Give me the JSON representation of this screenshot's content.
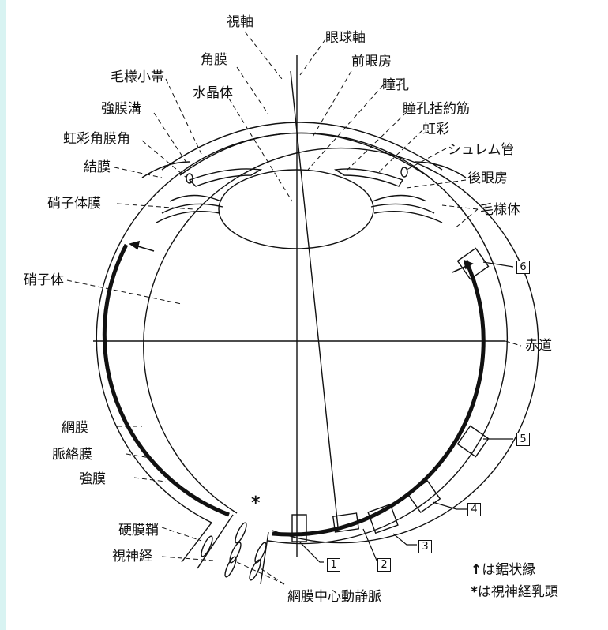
{
  "labels": {
    "visual_axis": "視軸",
    "eyeball_axis": "眼球軸",
    "cornea": "角膜",
    "anterior_chamber": "前眼房",
    "ciliary_zonule": "毛様小帯",
    "pupil": "瞳孔",
    "lens": "水晶体",
    "sphincter_pupillae": "瞳孔括約筋",
    "scleral_sulcus": "強膜溝",
    "iris": "虹彩",
    "iridocorneal_angle": "虹彩角膜角",
    "schlemm_canal": "シュレム管",
    "conjunctiva": "結膜",
    "posterior_chamber": "後眼房",
    "hyaloid_membrane": "硝子体膜",
    "ciliary_body": "毛様体",
    "vitreous_body": "硝子体",
    "equator": "赤道",
    "retina": "網膜",
    "choroid": "脈絡膜",
    "sclera": "強膜",
    "dural_sheath": "硬膜鞘",
    "optic_nerve": "視神経",
    "central_retinal_vessels": "網膜中心動静脈"
  },
  "boxes": [
    "1",
    "2",
    "3",
    "4",
    "5",
    "6"
  ],
  "asterisk": "*",
  "legend": {
    "arrow_symbol": "↑",
    "arrow_text": "は鋸状縁",
    "asterisk_symbol": "*",
    "asterisk_text": "は視神経乳頭"
  }
}
